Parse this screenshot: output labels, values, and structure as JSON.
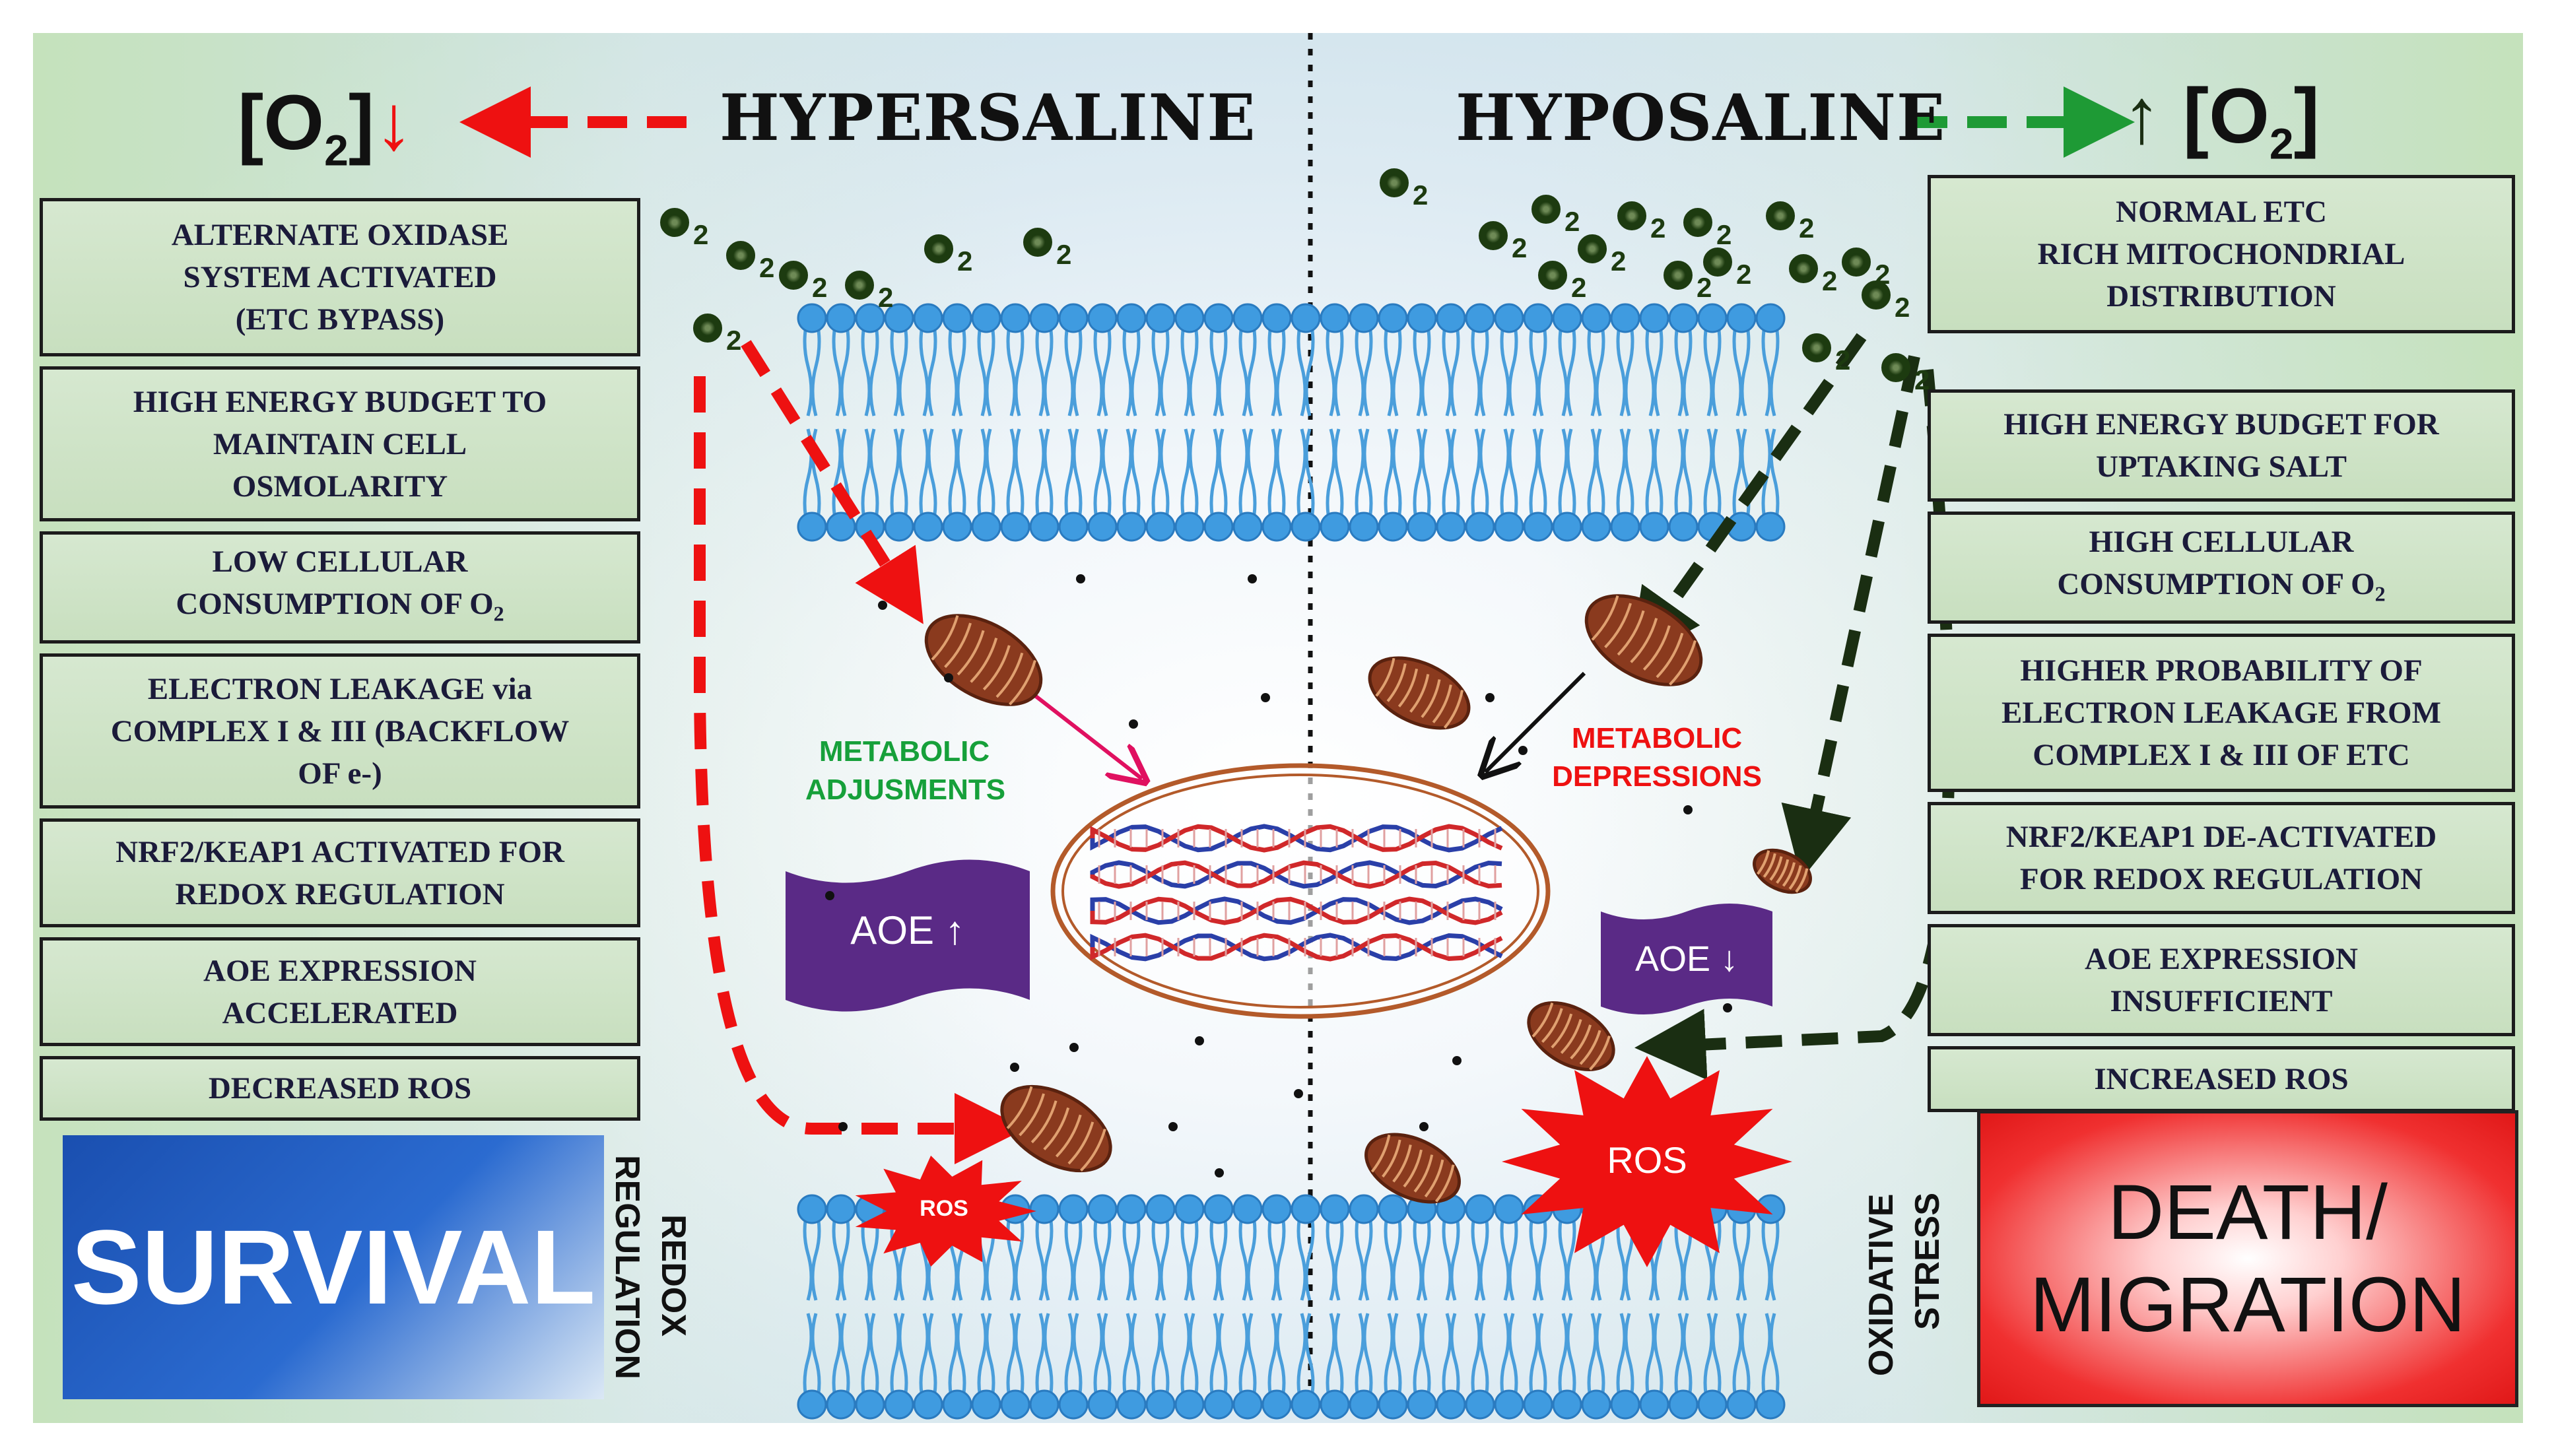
{
  "header": {
    "left_title": "HYPERSALINE",
    "right_title": "HYPOSALINE",
    "left_o2": "[O",
    "right_o2": "[O",
    "o2_sub": "2",
    "o2_close": "]"
  },
  "left_boxes": [
    "ALTERNATE OXIDASE\nSYSTEM ACTIVATED\n(ETC BYPASS)",
    "HIGH ENERGY BUDGET TO\nMAINTAIN CELL\nOSMOLARITY",
    "LOW CELLULAR\nCONSUMPTION OF O",
    "ELECTRON LEAKAGE via\nCOMPLEX I & III (BACKFLOW\nOF e-)",
    "NRF2/KEAP1 ACTIVATED FOR\nREDOX REGULATION",
    "AOE EXPRESSION\nACCELERATED",
    "DECREASED ROS"
  ],
  "right_boxes": [
    "NORMAL ETC\nRICH MITOCHONDRIAL\nDISTRIBUTION",
    "HIGH ENERGY BUDGET FOR\nUPTAKING SALT",
    "HIGH CELLULAR\nCONSUMPTION OF O",
    "HIGHER PROBABILITY OF\nELECTRON LEAKAGE FROM\nCOMPLEX I & III OF ETC",
    "NRF2/KEAP1 DE-ACTIVATED\nFOR REDOX REGULATION",
    "AOE EXPRESSION\nINSUFFICIENT",
    "INCREASED ROS"
  ],
  "box_sub": "2",
  "o2_symbol": {
    "letter": "O",
    "sub": "2"
  },
  "center": {
    "metabolic_adjustments": "METABOLIC\nADJUSMENTS",
    "metabolic_depressions": "METABOLIC\nDEPRESSIONS",
    "aoe_up": "AOE ↑",
    "aoe_down": "AOE ↓",
    "ros_small": "ROS",
    "ros_big": "ROS"
  },
  "outcomes": {
    "survival": "SURVIVAL",
    "death": "DEATH/\nMIGRATION",
    "redox_1": "REDOX",
    "redox_2": "REGULATION",
    "oxidative_1": "OXIDATIVE",
    "oxidative_2": "STRESS"
  },
  "colors": {
    "red_arrow": "#ee1111",
    "green_arrow": "#1e9a35",
    "dark_arrow": "#1a2e12",
    "membrane": "#3f9be0",
    "mito": "#8a3a1e",
    "aoe_banner": "#5a2a86",
    "survival_blue": "#1f57b8",
    "death_red": "#e81e1e"
  }
}
